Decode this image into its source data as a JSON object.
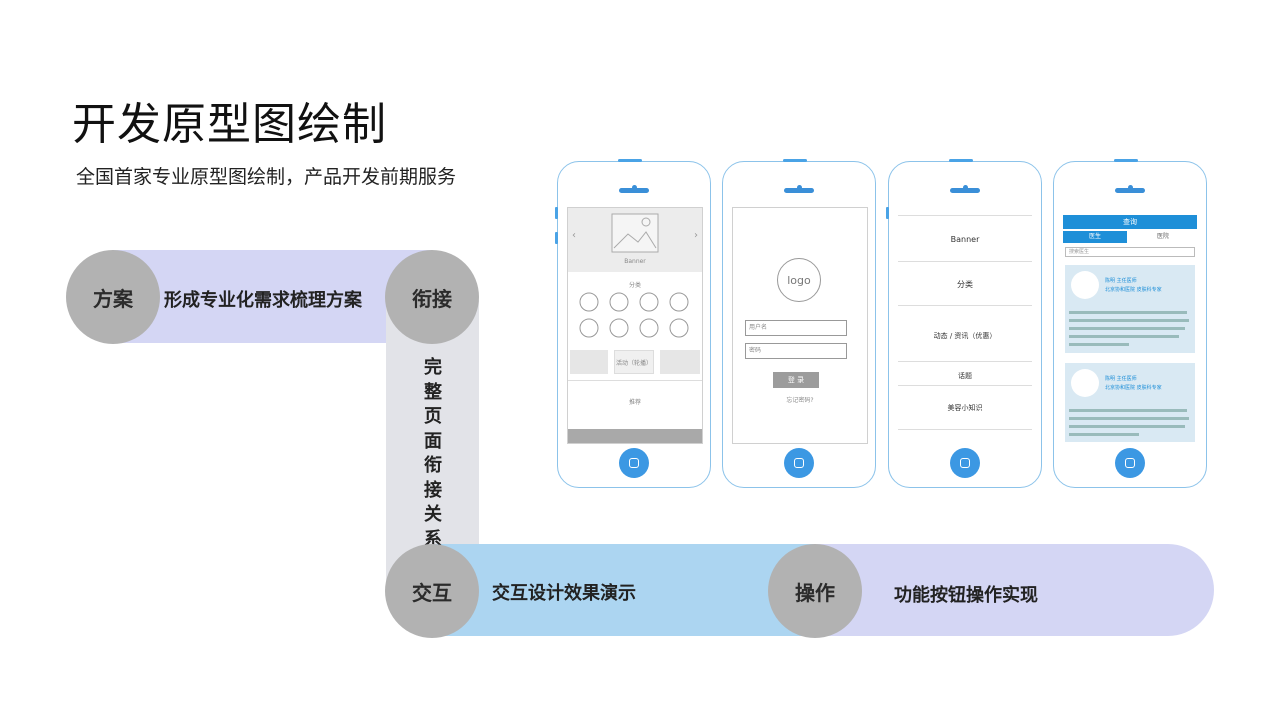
{
  "header": {
    "title": "开发原型图绘制",
    "subtitle": "全国首家专业原型图绘制，产品开发前期服务"
  },
  "flow": {
    "step1": {
      "circle": "方案",
      "text": "形成专业化需求梳理方案"
    },
    "step2": {
      "circle": "衔接",
      "text": "完整页面衔接关系"
    },
    "step3": {
      "circle": "交互",
      "text": "交互设计效果演示"
    },
    "step4": {
      "circle": "操作",
      "text": "功能按钮操作实现"
    }
  },
  "phones": {
    "p1": {
      "banner": "Banner",
      "category": "分类",
      "activity": "活动（轮播）",
      "recommend": "推荐"
    },
    "p2": {
      "logo": "logo",
      "username": "用户名",
      "password": "密码",
      "login": "登 录",
      "forgot": "忘记密码?"
    },
    "p3": {
      "banner": "Banner",
      "category": "分类",
      "news": "动态 / 资讯（优惠）",
      "topic": "话题",
      "beauty": "美容小知识"
    },
    "p4": {
      "header": "查询",
      "tab1": "医生",
      "tab2": "医院",
      "search_placeholder": "搜索医生",
      "doc1_name": "陈明 主任医师",
      "doc1_dept": "北京协和医院 皮肤科专家",
      "doc2_name": "陈明 主任医师",
      "doc2_dept": "北京协和医院 皮肤科专家"
    }
  },
  "colors": {
    "band_lavender": "#d4d6f4",
    "band_blue": "#acd5f1",
    "band_gray": "#e2e3e8",
    "circle": "#b2b2b2",
    "phone_accent": "#3c98e3"
  }
}
